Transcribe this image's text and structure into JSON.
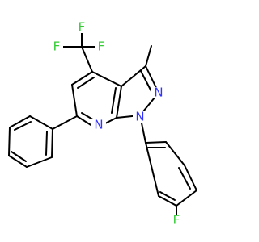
{
  "molecule": {
    "atoms": [
      {
        "id": "F1",
        "symbol": "F",
        "label": "F",
        "color": "#33cc33"
      },
      {
        "id": "F2",
        "symbol": "F",
        "label": "F",
        "color": "#33cc33"
      },
      {
        "id": "F3",
        "symbol": "F",
        "label": "F",
        "color": "#33cc33"
      },
      {
        "id": "F4",
        "symbol": "F",
        "label": "F",
        "color": "#33cc33"
      },
      {
        "id": "N1",
        "symbol": "N",
        "label": "N",
        "color": "#3333ff"
      },
      {
        "id": "N2",
        "symbol": "N",
        "label": "N",
        "color": "#3333ff"
      },
      {
        "id": "N7",
        "symbol": "N",
        "label": "N",
        "color": "#3333ff"
      }
    ],
    "bond_color": "#000000"
  }
}
